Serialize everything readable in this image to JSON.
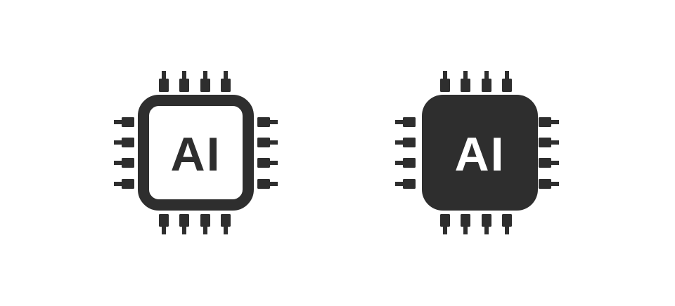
{
  "icons": [
    {
      "name": "ai-chip-outline",
      "label": "AI",
      "style": "outline",
      "body_color": "#2e2e2e",
      "fill_color": "#ffffff",
      "text_color": "#2e2e2e"
    },
    {
      "name": "ai-chip-filled",
      "label": "AI",
      "style": "filled",
      "body_color": "#2e2e2e",
      "fill_color": "#2e2e2e",
      "text_color": "#ffffff"
    }
  ],
  "colors": {
    "background": "#ffffff",
    "ink": "#2e2e2e"
  }
}
